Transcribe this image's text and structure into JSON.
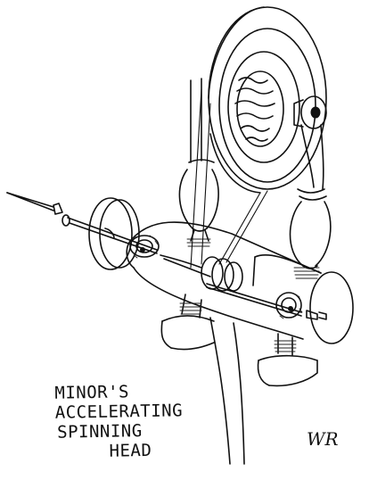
{
  "caption": {
    "line1": "MINOR'S",
    "line2": "ACCELERATING",
    "line3": "SPINNING",
    "line4": "HEAD"
  },
  "signature": "WR"
}
